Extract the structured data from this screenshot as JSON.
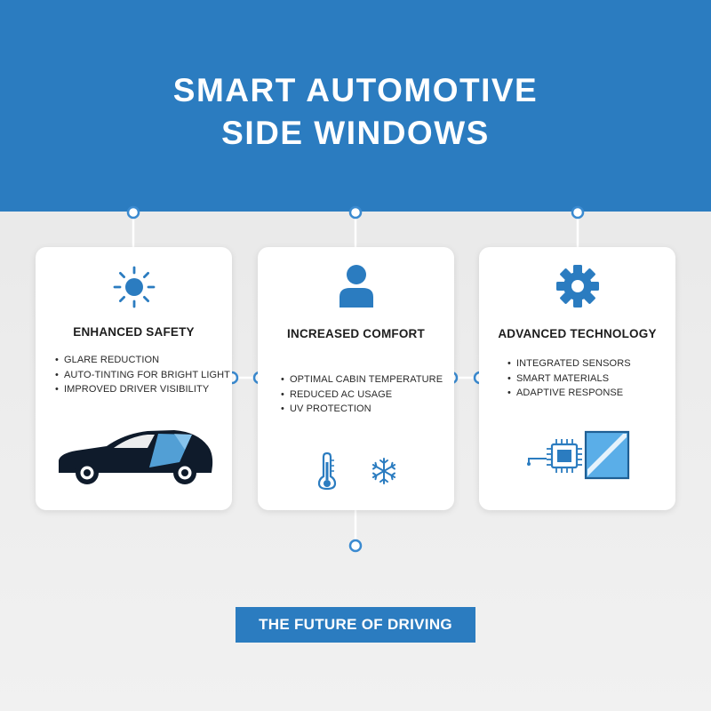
{
  "header": {
    "title_line_1": "SMART AUTOMOTIVE",
    "title_line_2": "SIDE WINDOWS"
  },
  "cards": [
    {
      "title": "ENHANCED SAFETY",
      "icon": "sun-icon",
      "bullets": [
        "GLARE REDUCTION",
        "AUTO-TINTING FOR BRIGHT LIGHT",
        "IMPROVED DRIVER VISIBILITY"
      ],
      "illustration": "car-with-tinted-window-icon"
    },
    {
      "title": "INCREASED COMFORT",
      "icon": "person-icon",
      "bullets": [
        "OPTIMAL CABIN TEMPERATURE",
        "REDUCED AC USAGE",
        "UV PROTECTION"
      ],
      "illustration": [
        "thermometer-icon",
        "snowflake-icon"
      ]
    },
    {
      "title": "ADVANCED TECHNOLOGY",
      "icon": "gear-icon",
      "bullets": [
        "INTEGRATED SENSORS",
        "SMART MATERIALS",
        "ADAPTIVE RESPONSE"
      ],
      "illustration": "chip-and-smart-glass-icon"
    }
  ],
  "footer": {
    "label": "THE FUTURE OF DRIVING"
  },
  "colors": {
    "accent": "#2b7cc0",
    "accent_light": "#5aaee8",
    "connector": "#ffffff",
    "node": "#3a8ad0"
  }
}
